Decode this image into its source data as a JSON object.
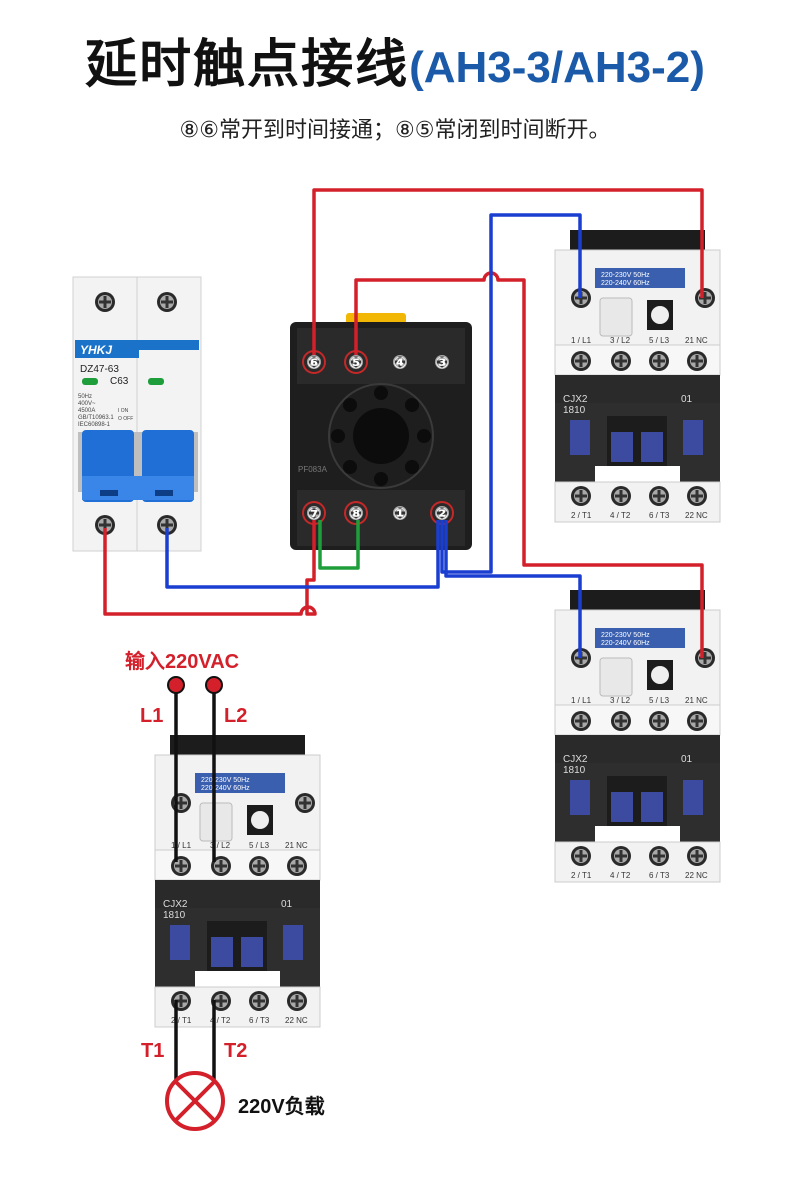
{
  "title": {
    "zh": "延时触点接线",
    "model": "(AH3-3/AH3-2)"
  },
  "subtitle": "⑧⑥常开到时间接通；⑧⑤常闭到时间断开。",
  "breaker": {
    "brand": "YHKJ",
    "model": "DZ47-63",
    "rating": "C63",
    "spec_lines": [
      "50Hz",
      "400V~",
      "4500A",
      "GB/T10963.1",
      "IEC60898-1"
    ],
    "switch_marks": [
      "I ON",
      "O OFF"
    ]
  },
  "relay": {
    "top_pins": [
      "⑥",
      "⑤",
      "④",
      "③"
    ],
    "bottom_pins": [
      "⑦",
      "⑧",
      "①",
      "②"
    ],
    "body_text": "PF083A"
  },
  "contactor": {
    "coil_label": "220-230V 50Hz\n220-240V 60Hz",
    "coil_line1": "220-230V 50Hz",
    "coil_line2": "220-240V 60Hz",
    "top_terms": [
      "1 / L1",
      "3 / L2",
      "5 / L3",
      "21 NC"
    ],
    "bottom_terms": [
      "2 / T1",
      "4 / T2",
      "6 / T3",
      "22 NC"
    ],
    "model": "CJX2",
    "model_num": "1810",
    "aux": "01"
  },
  "input": {
    "label": "输入220VAC",
    "l1": "L1",
    "l2": "L2"
  },
  "output": {
    "t1": "T1",
    "t2": "T2",
    "load": "220V负载"
  },
  "colors": {
    "live": "#d3202a",
    "neutral": "#1a3fd0",
    "bridge": "#1e9e3a",
    "accent": "#1a5aa8"
  }
}
